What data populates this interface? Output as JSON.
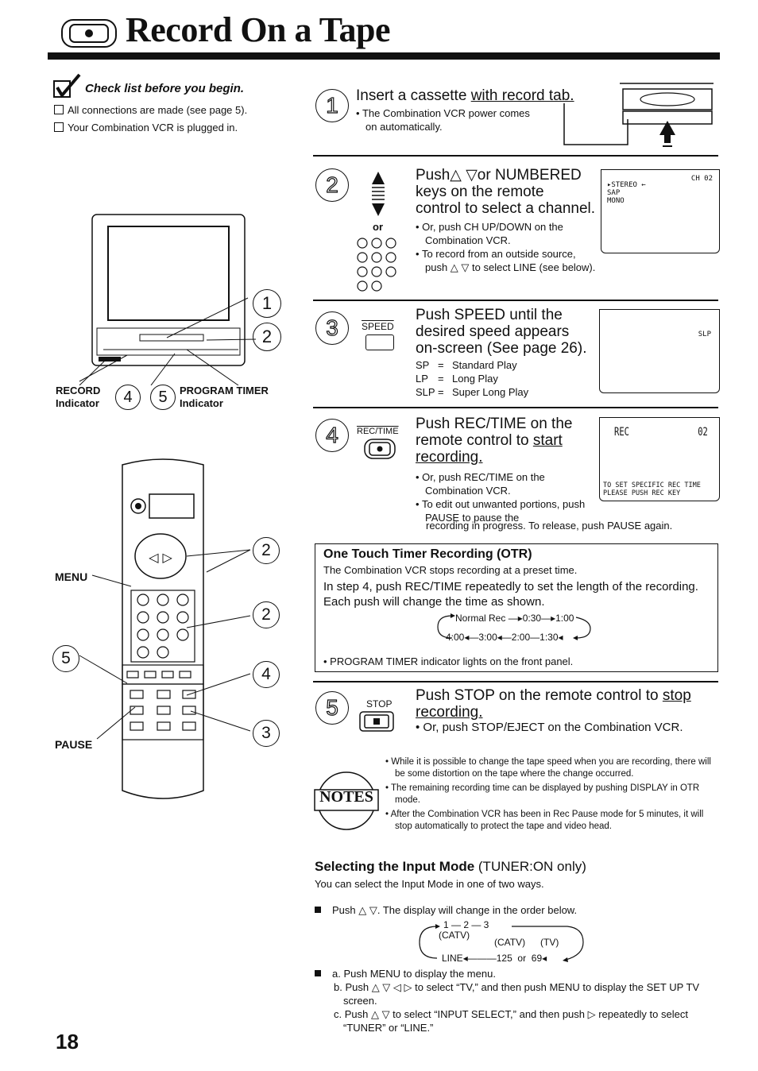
{
  "header": {
    "title": "Record On a Tape",
    "icon": "record-button-icon"
  },
  "checklist": {
    "title": "Check list before you begin.",
    "items": [
      "All connections are made (see page 5).",
      "Your Combination VCR is plugged in."
    ]
  },
  "tv_labels": {
    "record_indicator": [
      "RECORD",
      "Indicator"
    ],
    "program_timer_indicator": [
      "PROGRAM TIMER",
      "Indicator"
    ],
    "callouts": [
      "1",
      "2",
      "4",
      "5"
    ]
  },
  "remote_labels": {
    "menu": "MENU",
    "pause": "PAUSE",
    "callouts": [
      "2",
      "2",
      "5",
      "4",
      "3"
    ]
  },
  "step1": {
    "number": "1",
    "heading_prefix": "Insert a cassette ",
    "heading_underlined": "with record tab.",
    "bullets": [
      "The Combination VCR power comes on automatically."
    ]
  },
  "step2": {
    "number": "2",
    "heading": [
      "Push△ ▽or NUMBERED",
      "keys on the remote",
      "control to select a channel."
    ],
    "or_label": "or",
    "bullets": [
      "Or, push CH UP/DOWN on the Combination VCR.",
      "To record from an outside source, push △ ▽ to select LINE (see below)."
    ],
    "screen": {
      "lines": [
        "▸STEREO ←",
        "SAP",
        "MONO"
      ],
      "channel": "CH 02"
    }
  },
  "step3": {
    "number": "3",
    "key_label": "SPEED",
    "heading": [
      "Push SPEED until the",
      "desired speed appears",
      "on-screen (See page 26)."
    ],
    "speeds": [
      {
        "code": "SP",
        "eq": "=",
        "name": "Standard Play"
      },
      {
        "code": "LP",
        "eq": "=",
        "name": "Long Play"
      },
      {
        "code": "SLP",
        "eq": "=",
        "name": "Super Long Play"
      }
    ],
    "screen": {
      "mode": "SLP"
    }
  },
  "step4": {
    "number": "4",
    "key_label": "REC/TIME",
    "heading_line1": "Push REC/TIME on the",
    "heading_line2_prefix": "remote control to ",
    "heading_line2_u": "start",
    "heading_line3_u": "recording.",
    "bullets": [
      "Or, push REC/TIME on the Combination VCR.",
      "To edit out unwanted portions, push PAUSE to pause the"
    ],
    "tail": "recording in progress. To release, push PAUSE again.",
    "screen": {
      "rec": "REC",
      "channel": "02",
      "msg1": "TO SET SPECIFIC REC TIME",
      "msg2": "PLEASE PUSH REC KEY"
    }
  },
  "otr": {
    "title": "One Touch Timer Recording (OTR)",
    "line1": "The Combination VCR stops recording at a preset time.",
    "para": "In step 4, push REC/TIME repeatedly to set the length of the recording. Each push will change the time as shown.",
    "cycle_top": [
      "Normal Rec",
      "0:30",
      "1:00"
    ],
    "cycle_bottom": [
      "4:00",
      "3:00",
      "2:00",
      "1:30"
    ],
    "note": "PROGRAM TIMER indicator lights on the front panel."
  },
  "step5": {
    "number": "5",
    "key_label": "STOP",
    "heading_prefix": "Push STOP on the remote control to ",
    "heading_u1": "stop",
    "heading_u2": "recording.",
    "bullet": "Or, push STOP/EJECT on the Combination VCR."
  },
  "notes": {
    "label": "NOTES",
    "items": [
      "While it is possible to change the tape speed when you are recording, there will be some distortion on the tape where the change occurred.",
      "The remaining recording time can be displayed by pushing DISPLAY in OTR mode.",
      "After the Combination VCR has been in Rec Pause mode for 5 minutes, it will stop automatically to protect the tape and video head."
    ]
  },
  "input_mode": {
    "title_bold": "Selecting the Input Mode",
    "title_rest": " (TUNER:ON only)",
    "intro": "You can select the Input Mode in one of two ways.",
    "method1": "Push △ ▽. The display will change in the order below.",
    "cycle": {
      "top": "1 — 2 — 3",
      "catv1": "(CATV)",
      "catv2": "(CATV)",
      "tv": "(TV)",
      "bottom_line": "LINE",
      "n125": "125",
      "or": "or",
      "n69": "69"
    },
    "method2": [
      "a. Push MENU to display the menu.",
      "b. Push △ ▽ ◁ ▷ to select “TV,” and then push MENU to display the SET UP TV screen.",
      "c. Push △ ▽ to select “INPUT SELECT,” and then push ▷ repeatedly to select “TUNER” or “LINE.”"
    ]
  },
  "page_number": "18"
}
